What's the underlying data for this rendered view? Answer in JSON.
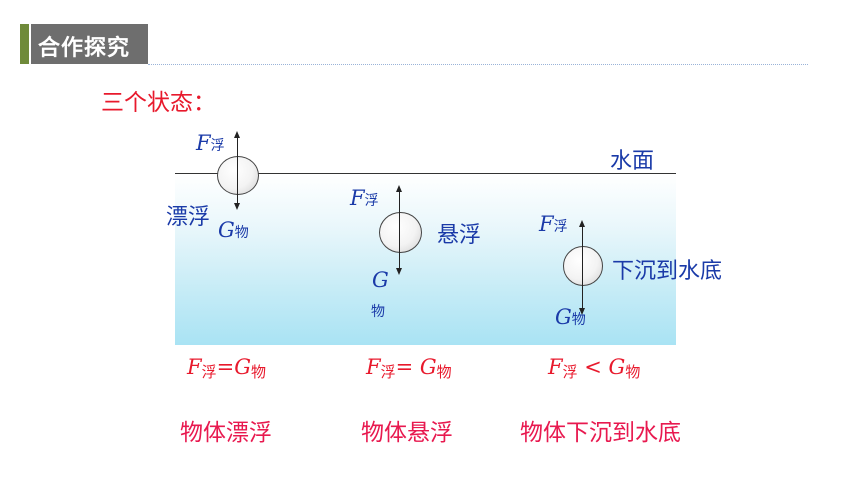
{
  "header": {
    "title": "合作探究"
  },
  "subtitle": "三个状态：",
  "water_surface_label": "水面",
  "states": [
    {
      "buoyancy_symbol": "F",
      "buoyancy_sub": "浮",
      "gravity_symbol": "G",
      "gravity_sub": "物",
      "label": "漂浮",
      "equation": {
        "left": "F",
        "left_sub": "浮",
        "op": "=",
        "right": "G",
        "right_sub": "物"
      },
      "caption": "物体漂浮"
    },
    {
      "buoyancy_symbol": "F",
      "buoyancy_sub": "浮",
      "gravity_symbol": "G",
      "gravity_sub": "物",
      "label": "悬浮",
      "equation": {
        "left": "F",
        "left_sub": "浮",
        "op": "= ",
        "right": "G",
        "right_sub": "物"
      },
      "caption": "物体悬浮"
    },
    {
      "buoyancy_symbol": "F",
      "buoyancy_sub": "浮",
      "gravity_symbol": "G",
      "gravity_sub": "物",
      "label": "下沉到水底",
      "equation": {
        "left": "F",
        "left_sub": "浮",
        "op": " < ",
        "right": "G",
        "right_sub": "物"
      },
      "caption": "物体下沉到水底"
    }
  ],
  "colors": {
    "accent_red": "#e8192c",
    "label_blue": "#1a3aa8",
    "header_green": "#6f8a3a",
    "header_gray": "#6e6e6e",
    "water": "#a9e3f4"
  }
}
